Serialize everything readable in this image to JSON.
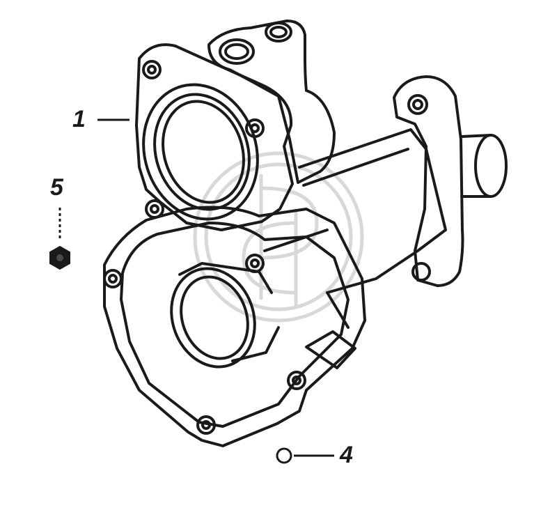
{
  "callouts": {
    "part_1": "1",
    "part_4": "4",
    "part_5": "5"
  },
  "colors": {
    "line": "#1a1a1a",
    "watermark": "#d8d8d8",
    "background": "#ffffff"
  },
  "icons": {
    "nut": "hex-nut-icon",
    "o_ring": "o-ring-icon",
    "watermark": "watermark-logo"
  }
}
